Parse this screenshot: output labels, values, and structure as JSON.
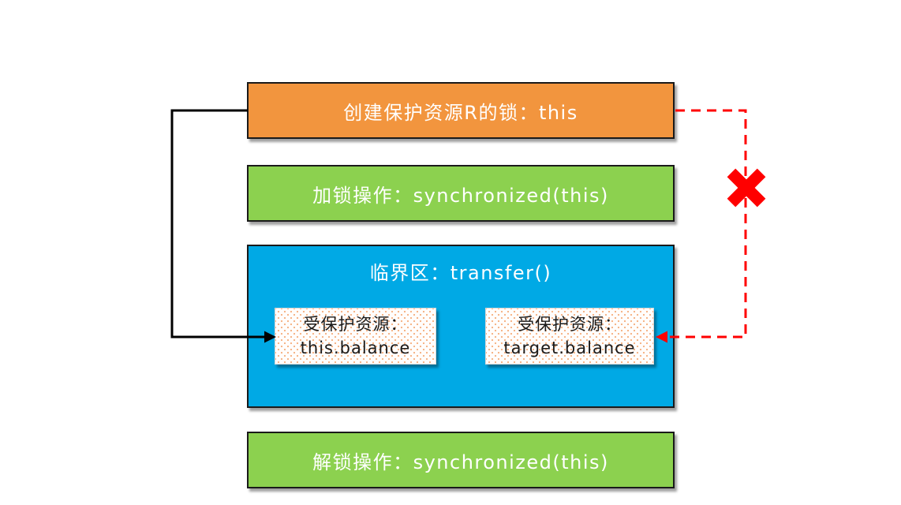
{
  "diagram": {
    "boxes": {
      "create_lock": {
        "label": "创建保护资源R的锁：this"
      },
      "lock": {
        "label": "加锁操作：synchronized(this)"
      },
      "critical_section": {
        "title": "临界区：transfer()"
      },
      "resource_this": {
        "line1": "受保护资源：",
        "line2": "this.balance"
      },
      "resource_target": {
        "line1": "受保护资源：",
        "line2": "target.balance"
      },
      "unlock": {
        "label": "解锁操作：synchronized(this)"
      }
    },
    "icons": {
      "cross": "✖"
    },
    "colors": {
      "orange": "#F2953E",
      "green": "#8CD14F",
      "blue": "#00A9E5",
      "red": "#FF0000",
      "black": "#1A1A1A",
      "dot_pattern": "#F5B183",
      "white_box": "#FFFDFC"
    }
  }
}
